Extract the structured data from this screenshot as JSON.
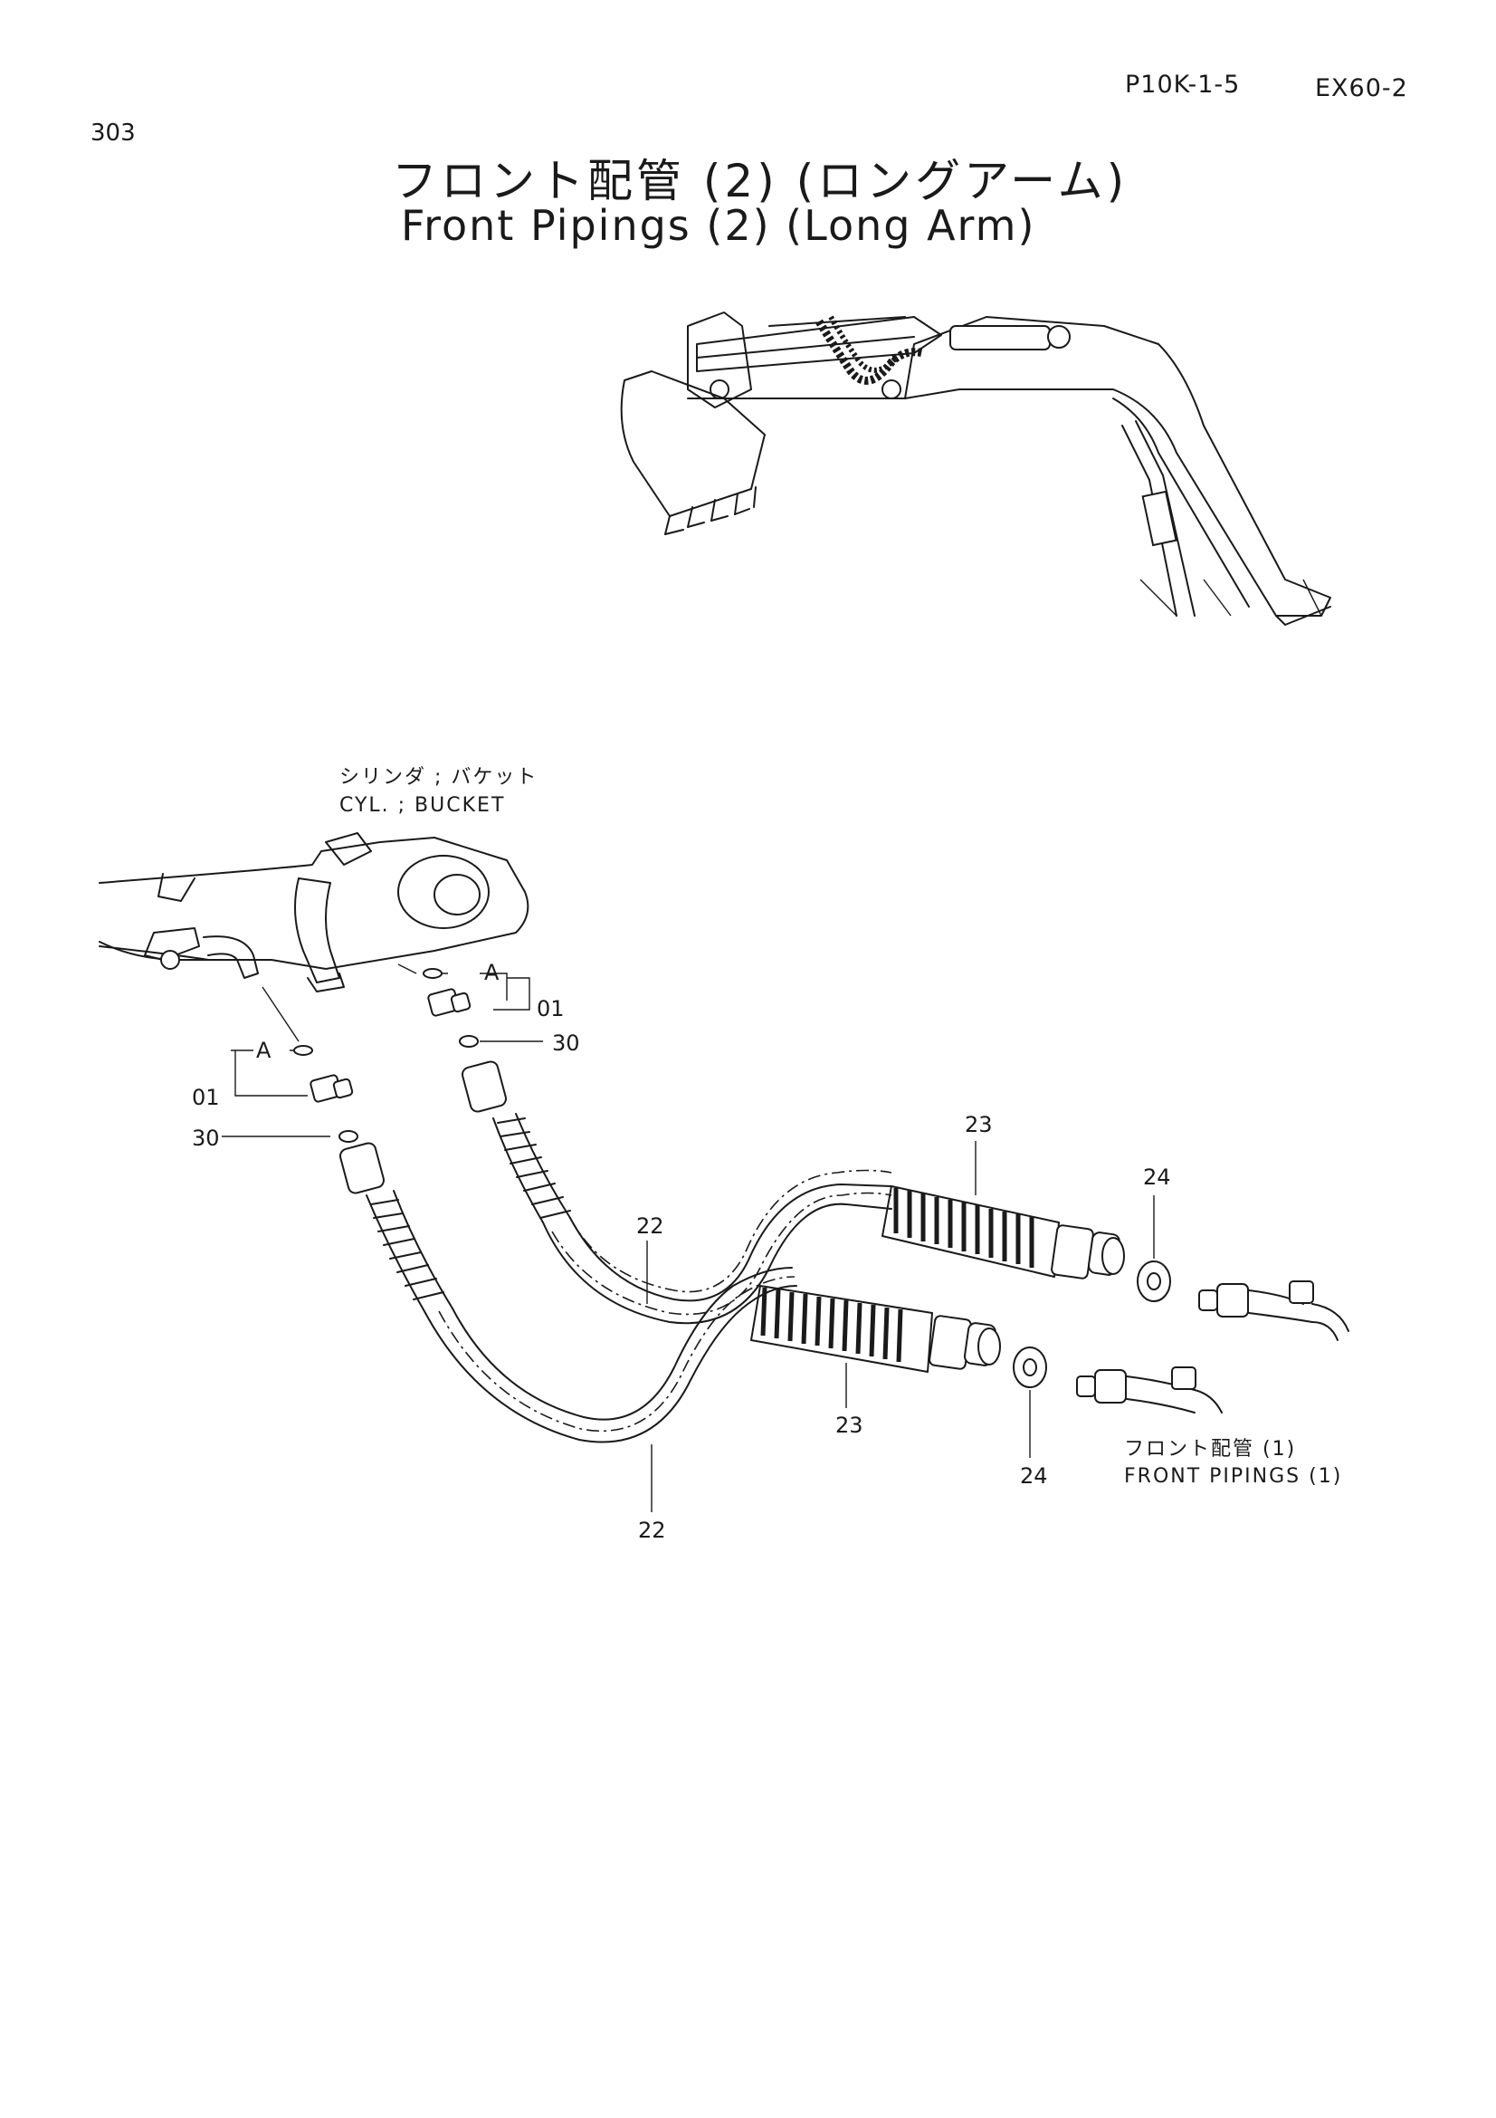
{
  "header": {
    "page_number": "303",
    "part_code": "P10K-1-5",
    "model": "EX60-2"
  },
  "title": {
    "japanese": "フロント配管 (2) (ロングアーム)",
    "english": "Front Pipings (2) (Long Arm)"
  },
  "notes": {
    "cylinder_jp": "シリンダ ; バケット",
    "cylinder_en": "CYL. ; BUCKET",
    "front_pipings_jp": "フロント配管 (1)",
    "front_pipings_en": "FRONT PIPINGS (1)"
  },
  "callouts": {
    "detail_a_upper": "A",
    "detail_a_lower": "A",
    "part_01_upper": "01",
    "part_01_lower": "01",
    "part_30_upper": "30",
    "part_30_lower": "30",
    "part_22_upper": "22",
    "part_22_lower": "22",
    "part_23_upper": "23",
    "part_23_lower": "23",
    "part_24_upper": "24",
    "part_24_lower": "24"
  },
  "illustrations": {
    "overview": "excavator-long-arm-icon",
    "exploded_view": "hose-assembly-icon"
  }
}
